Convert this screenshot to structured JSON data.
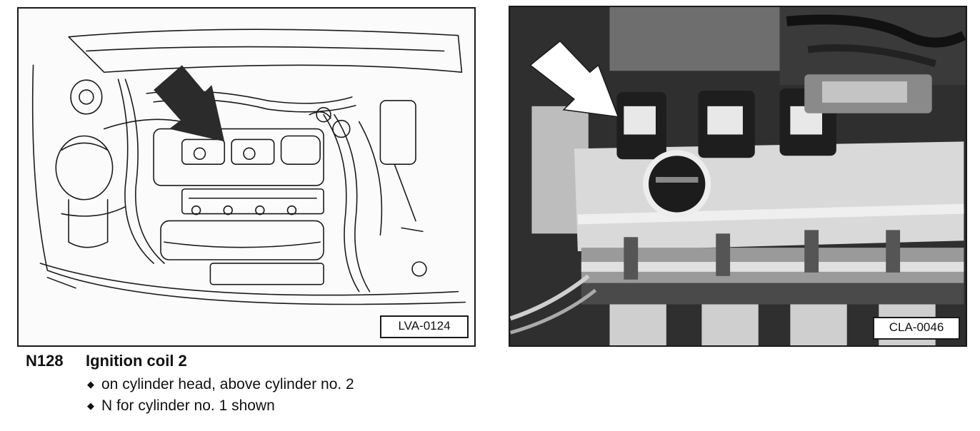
{
  "figures": [
    {
      "id": "left",
      "kind": "line drawing",
      "label": "LVA-0124"
    },
    {
      "id": "right",
      "kind": "photograph",
      "label": "CLA-0046"
    }
  ],
  "caption": {
    "code": "N128",
    "title": "Ignition coil 2",
    "bullets": [
      "on cylinder head, above cylinder no. 2",
      "N for cylinder no. 1 shown"
    ]
  },
  "icons": {
    "left_arrow": "arrow-icon",
    "right_arrow": "arrow-icon",
    "bullet": "diamond-bullet-icon"
  },
  "colors": {
    "line": "#1a1a1a",
    "photo_dark": "#2a2a2a",
    "left_arrow_fill": "#2b2b2b",
    "right_arrow_fill": "#ffffff"
  }
}
